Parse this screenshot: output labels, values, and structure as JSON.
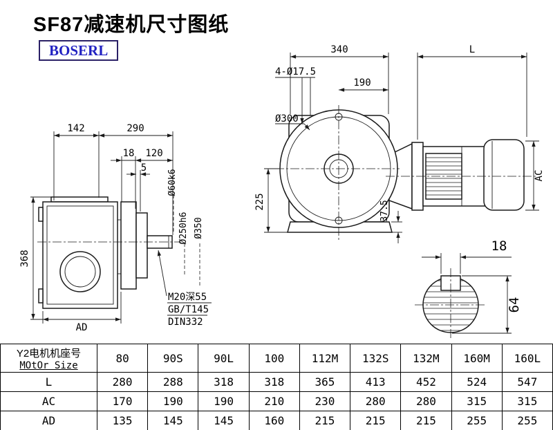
{
  "title": "SF87减速机尺寸图纸",
  "logo": "BOSERL",
  "side_view": {
    "d142": "142",
    "d290": "290",
    "d18": "18",
    "d120": "120",
    "d5": "5",
    "d368": "368",
    "dAD": "AD",
    "shaft_dia": "Ø60k6",
    "spigot_dia": "Ø250h6",
    "flange_dia": "Ø350",
    "tap_note": "M20深55",
    "std1": "GB/T145",
    "std2": "DIN332"
  },
  "front_view": {
    "d340": "340",
    "dL": "L",
    "bolt_holes": "4-Ø17.5",
    "d190": "190",
    "flange_od": "Ø300",
    "d225": "225",
    "d37_5": "37.5",
    "dAC": "AC"
  },
  "shaft_section": {
    "key_width": "18",
    "shaft_height": "64"
  },
  "table": {
    "header_cn": "Y2电机机座号",
    "header_en": "MOtOr Size",
    "sizes": [
      "80",
      "90S",
      "90L",
      "100",
      "112M",
      "132S",
      "132M",
      "160M",
      "160L"
    ],
    "rows": [
      {
        "label": "L",
        "values": [
          "280",
          "288",
          "318",
          "318",
          "365",
          "413",
          "452",
          "524",
          "547"
        ]
      },
      {
        "label": "AC",
        "values": [
          "170",
          "190",
          "190",
          "210",
          "230",
          "280",
          "280",
          "315",
          "315"
        ]
      },
      {
        "label": "AD",
        "values": [
          "135",
          "145",
          "145",
          "160",
          "215",
          "215",
          "215",
          "255",
          "255"
        ]
      }
    ]
  }
}
